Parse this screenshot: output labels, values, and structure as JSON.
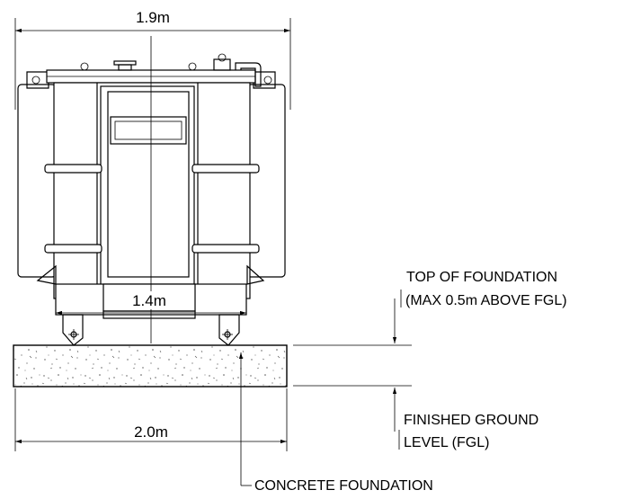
{
  "dimensions": {
    "overall_width": "1.9m",
    "base_width": "1.4m",
    "foundation_width": "2.0m"
  },
  "annotations": {
    "top_of_foundation": {
      "line1": "TOP OF FOUNDATION",
      "line2": "(MAX 0.5m ABOVE FGL)"
    },
    "finished_ground_level": {
      "line1": "FINISHED GROUND",
      "line2": "LEVEL (FGL)"
    },
    "concrete_foundation": "CONCRETE FOUNDATION"
  }
}
